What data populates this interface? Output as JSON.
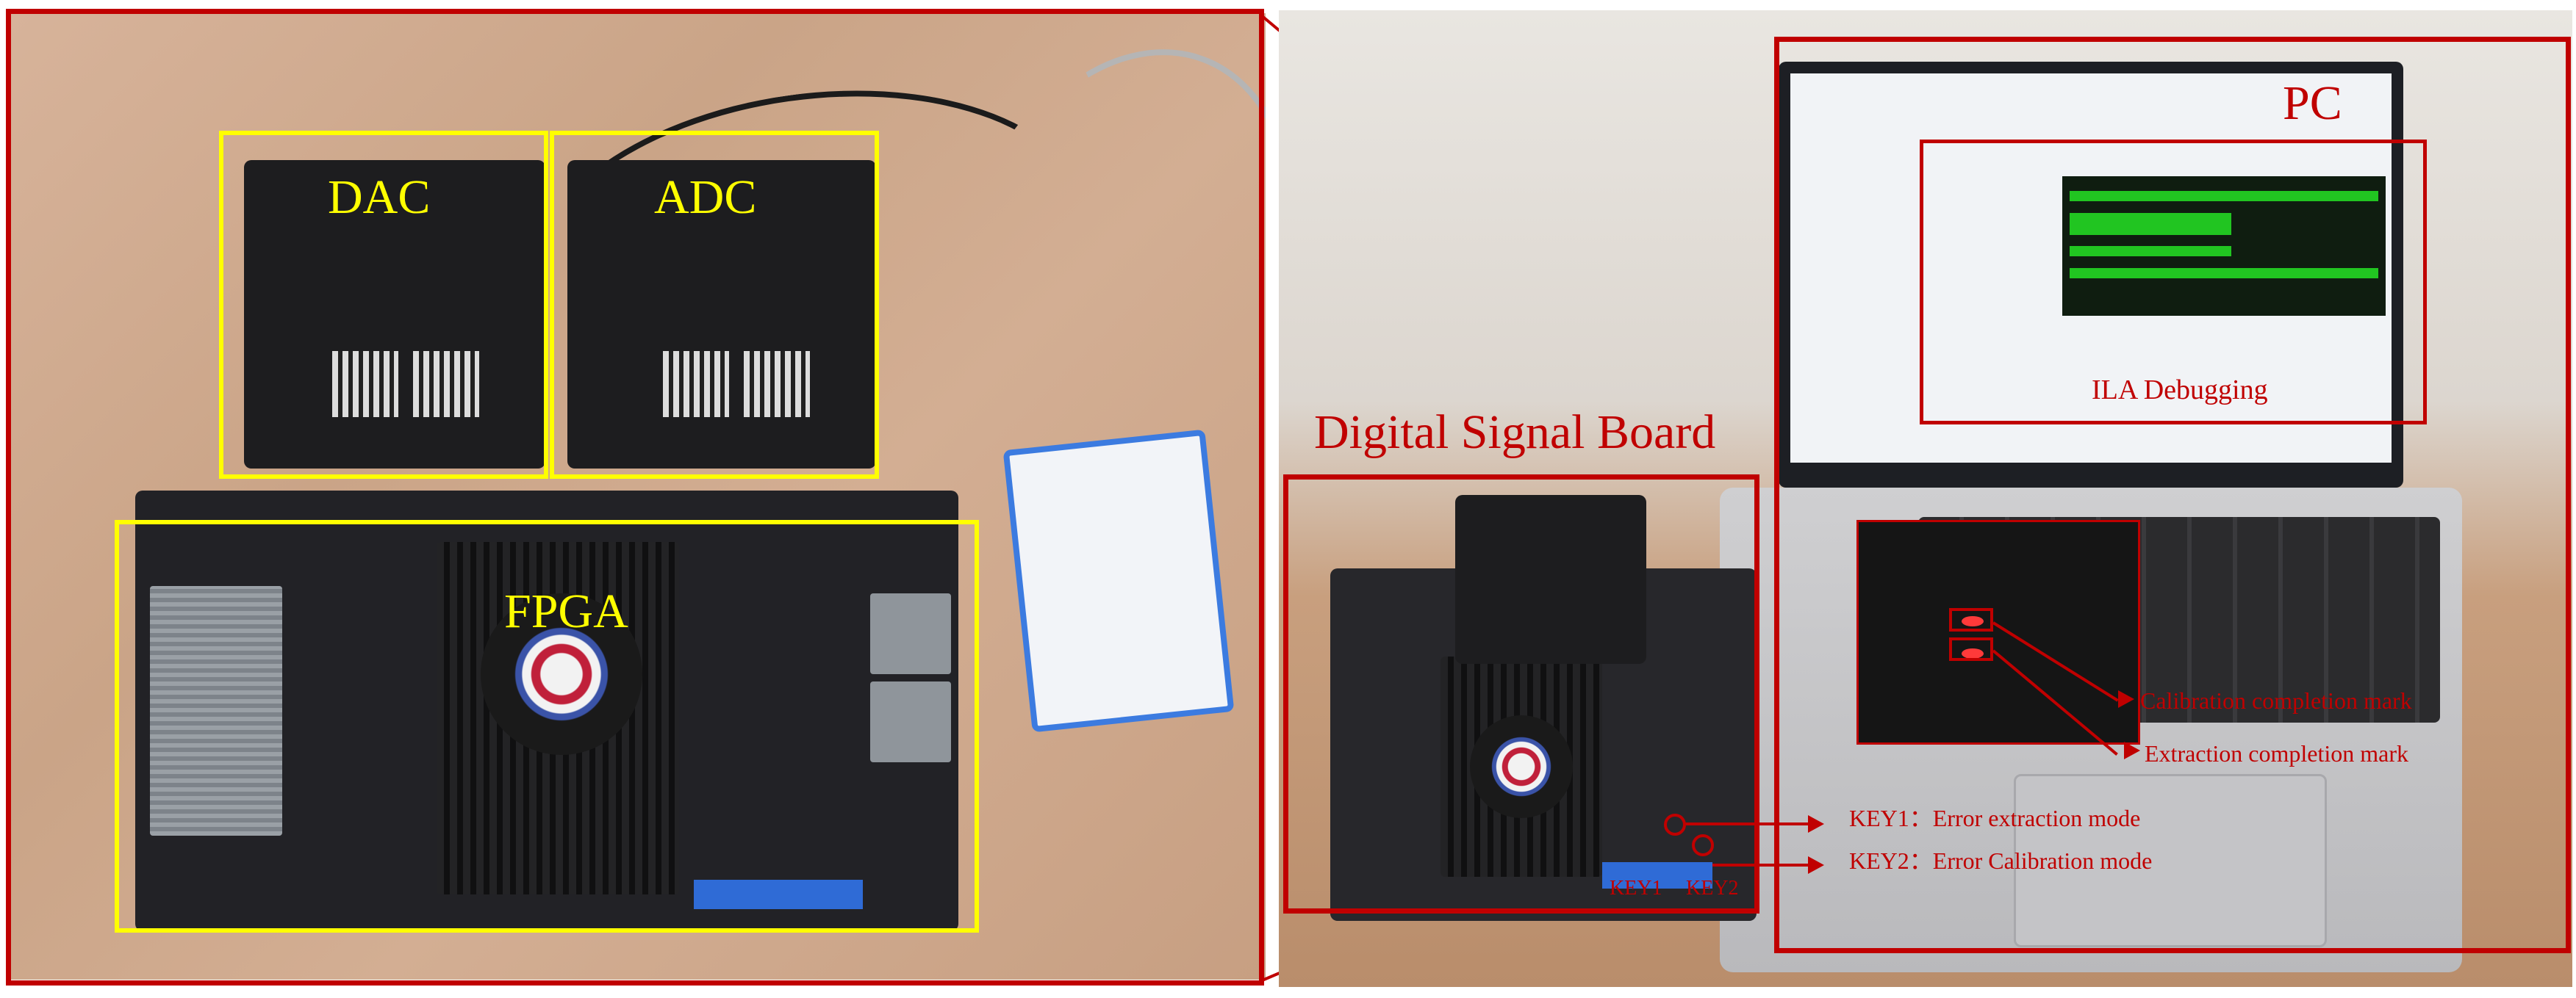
{
  "left": {
    "labels": {
      "dac": "DAC",
      "adc": "ADC",
      "fpga": "FPGA"
    }
  },
  "right": {
    "labels": {
      "pc": "PC",
      "ila": "ILA Debugging",
      "board": "Digital Signal Board",
      "calibration_mark": "Calibration  completion mark",
      "extraction_mark": "Extraction completion mark",
      "key1_mode": "KEY1：Error extraction mode",
      "key2_mode": "KEY2：Error Calibration mode",
      "key1": "KEY1",
      "key2": "KEY2"
    }
  },
  "colors": {
    "annotation_red": "#c00000",
    "highlight_yellow": "#ffff00"
  }
}
